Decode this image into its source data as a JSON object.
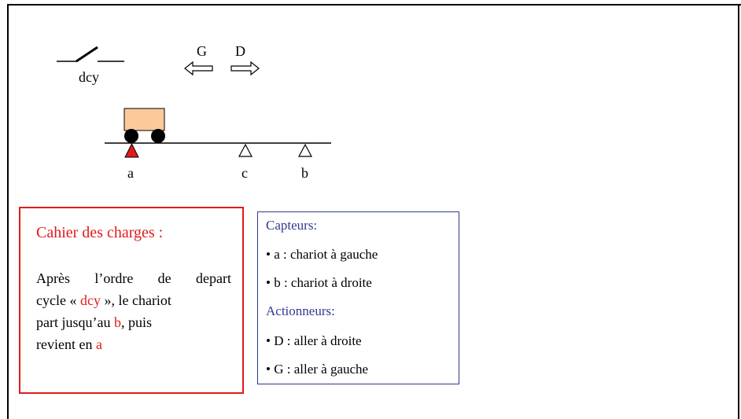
{
  "colors": {
    "red": "#e11b1b",
    "blue": "#2f3b8f",
    "cart": "#fcc99a"
  },
  "diagram": {
    "switch_label": "dcy",
    "arrow_left_label": "G",
    "arrow_right_label": "D",
    "sensor_a": "a",
    "sensor_c": "c",
    "sensor_b": "b"
  },
  "cahier": {
    "title": "Cahier des charges :",
    "line1_words": [
      "Après",
      "l’ordre",
      "de",
      "depart"
    ],
    "line2_pre": "cycle « ",
    "line2_red": "dcy",
    "line2_post": " », le chariot",
    "line3_pre": "part jusqu’au ",
    "line3_red": "b",
    "line3_post": ", puis",
    "line4_pre": "revient en ",
    "line4_red": "a"
  },
  "capteurs": {
    "title": "Capteurs:",
    "items": [
      "• a : chariot à gauche",
      "• b : chariot à droite"
    ]
  },
  "actionneurs": {
    "title": "Actionneurs:",
    "items": [
      "• D : aller à droite",
      "• G : aller à gauche"
    ]
  }
}
